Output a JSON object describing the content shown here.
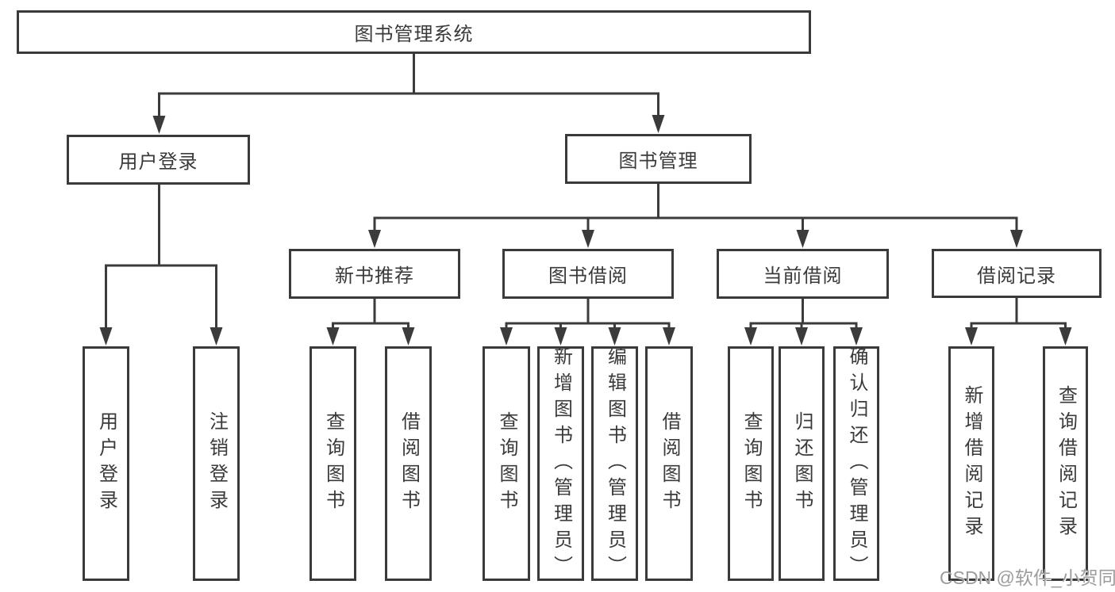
{
  "diagram": {
    "root": {
      "label": "图书管理系统"
    },
    "level2": [
      {
        "label": "用户登录"
      },
      {
        "label": "图书管理"
      }
    ],
    "level3": [
      {
        "label": "新书推荐"
      },
      {
        "label": "图书借阅"
      },
      {
        "label": "当前借阅"
      },
      {
        "label": "借阅记录"
      }
    ],
    "leaves": {
      "user_login": [
        {
          "label": "用户登录"
        },
        {
          "label": "注销登录"
        }
      ],
      "new_book_recommend": [
        {
          "label": "查询图书"
        },
        {
          "label": "借阅图书"
        }
      ],
      "book_borrow": [
        {
          "label": "查询图书"
        },
        {
          "label": "新增图书（管理员）"
        },
        {
          "label": "编辑图书（管理员）"
        },
        {
          "label": "借阅图书"
        }
      ],
      "current_borrow": [
        {
          "label": "查询图书"
        },
        {
          "label": "归还图书"
        },
        {
          "label": "确认归还（管理员）"
        }
      ],
      "borrow_records": [
        {
          "label": "新增借阅记录"
        },
        {
          "label": "查询借阅记录"
        }
      ]
    },
    "watermark": "CSDN @软件_小贺同学",
    "colors": {
      "line": "#3b3b3b",
      "box_border": "#3a3a3a",
      "text": "#3a3a3a",
      "background": "#ffffff",
      "watermark": "#9c9c9c"
    }
  }
}
